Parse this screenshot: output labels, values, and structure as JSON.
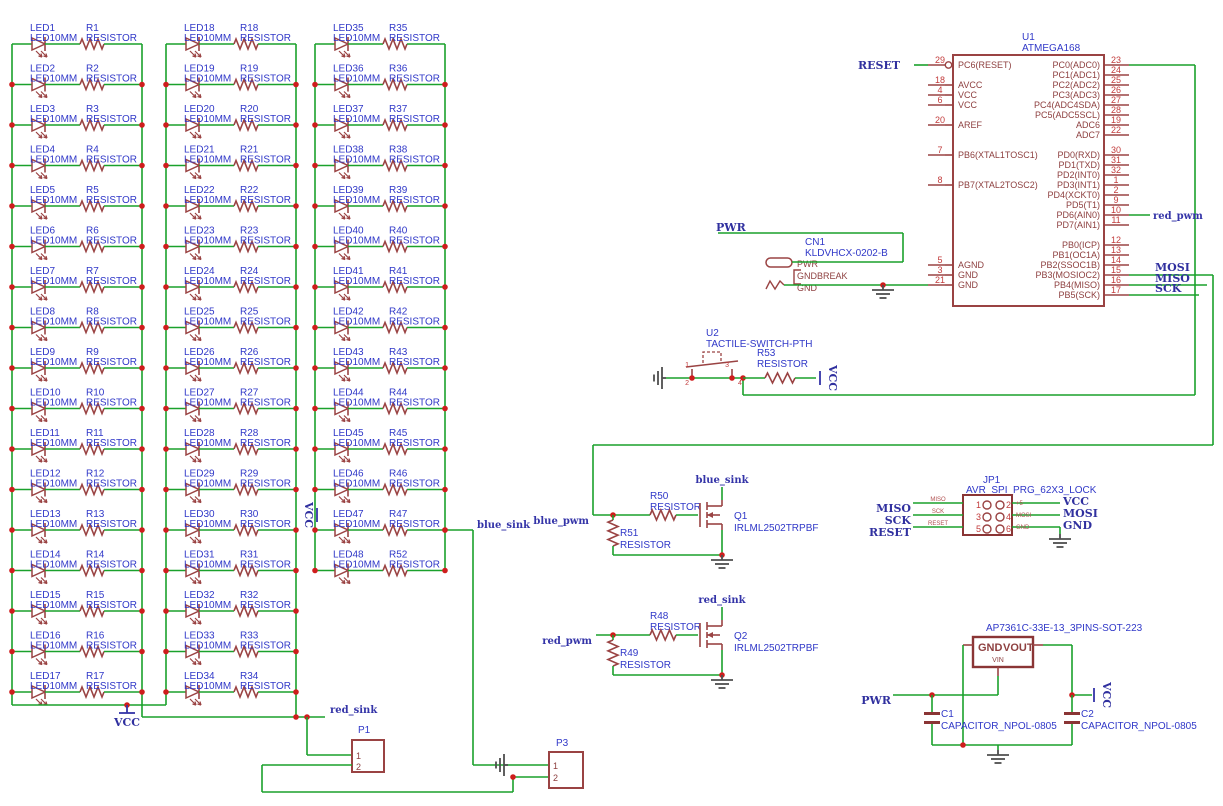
{
  "colors": {
    "wire": "#1aa12c",
    "symbol": "#9a4343",
    "symbol_dark": "#8a3535",
    "label_blue": "#3038c8",
    "pin_name": "#8e4040",
    "pin_number": "#c23c3c",
    "net_label": "#3434a8",
    "junction": "#cf1d1d",
    "ground": "#4f4f4f"
  },
  "led_matrix": {
    "led_value": "LED10MM",
    "resistor_value": "RESISTOR",
    "columns": [
      {
        "leds": [
          "LED1",
          "LED2",
          "LED3",
          "LED4",
          "LED5",
          "LED6",
          "LED7",
          "LED8",
          "LED9",
          "LED10",
          "LED11",
          "LED12",
          "LED13",
          "LED14",
          "LED15",
          "LED16",
          "LED17"
        ],
        "resistors": [
          "R1",
          "R2",
          "R3",
          "R4",
          "R5",
          "R6",
          "R7",
          "R8",
          "R9",
          "R10",
          "R11",
          "R12",
          "R13",
          "R14",
          "R15",
          "R16",
          "R17"
        ]
      },
      {
        "leds": [
          "LED18",
          "LED19",
          "LED20",
          "LED21",
          "LED22",
          "LED23",
          "LED24",
          "LED25",
          "LED26",
          "LED27",
          "LED28",
          "LED29",
          "LED30",
          "LED31",
          "LED32",
          "LED33",
          "LED34"
        ],
        "resistors": [
          "R18",
          "R19",
          "R20",
          "R21",
          "R22",
          "R23",
          "R24",
          "R25",
          "R26",
          "R27",
          "R28",
          "R29",
          "R30",
          "R31",
          "R32",
          "R33",
          "R34"
        ]
      },
      {
        "leds": [
          "LED35",
          "LED36",
          "LED37",
          "LED38",
          "LED39",
          "LED40",
          "LED41",
          "LED42",
          "LED43",
          "LED44",
          "LED45",
          "LED46",
          "LED47",
          "LED48"
        ],
        "resistors": [
          "R35",
          "R36",
          "R37",
          "R38",
          "R39",
          "R40",
          "R41",
          "R42",
          "R43",
          "R44",
          "R45",
          "R46",
          "R47",
          "R52"
        ]
      }
    ]
  },
  "u1": {
    "ref": "U1",
    "value": "ATMEGA168",
    "left_pins": [
      {
        "num": "29",
        "name": "PC6(RESET)"
      },
      {
        "num": "18",
        "name": "AVCC"
      },
      {
        "num": "4",
        "name": "VCC"
      },
      {
        "num": "6",
        "name": "VCC"
      },
      {
        "num": "20",
        "name": "AREF"
      },
      {
        "num": "7",
        "name": "PB6(XTAL1TOSC1)"
      },
      {
        "num": "8",
        "name": "PB7(XTAL2TOSC2)"
      },
      {
        "num": "5",
        "name": "AGND"
      },
      {
        "num": "3",
        "name": "GND"
      },
      {
        "num": "21",
        "name": "GND"
      }
    ],
    "right_pins": [
      {
        "num": "23",
        "name": "PC0(ADC0)"
      },
      {
        "num": "24",
        "name": "PC1(ADC1)"
      },
      {
        "num": "25",
        "name": "PC2(ADC2)"
      },
      {
        "num": "26",
        "name": "PC3(ADC3)"
      },
      {
        "num": "27",
        "name": "PC4(ADC4SDA)"
      },
      {
        "num": "28",
        "name": "PC5(ADC5SCL)"
      },
      {
        "num": "19",
        "name": "ADC6"
      },
      {
        "num": "22",
        "name": "ADC7"
      },
      {
        "num": "30",
        "name": "PD0(RXD)"
      },
      {
        "num": "31",
        "name": "PD1(TXD)"
      },
      {
        "num": "32",
        "name": "PD2(INT0)"
      },
      {
        "num": "1",
        "name": "PD3(INT1)"
      },
      {
        "num": "2",
        "name": "PD4(XCKT0)"
      },
      {
        "num": "9",
        "name": "PD5(T1)"
      },
      {
        "num": "10",
        "name": "PD6(AIN0)"
      },
      {
        "num": "11",
        "name": "PD7(AIN1)"
      },
      {
        "num": "12",
        "name": "PB0(ICP)"
      },
      {
        "num": "13",
        "name": "PB1(OC1A)"
      },
      {
        "num": "14",
        "name": "PB2(SSOC1B)"
      },
      {
        "num": "15",
        "name": "PB3(MOSIOC2)"
      },
      {
        "num": "16",
        "name": "PB4(MISO)"
      },
      {
        "num": "17",
        "name": "PB5(SCK)"
      }
    ]
  },
  "nets": {
    "vcc": "VCC",
    "pwr": "PWR",
    "reset": "RESET",
    "mosi": "MOSI",
    "miso": "MISO",
    "sck": "SCK",
    "red_pwm": "red_pwm",
    "blue_pwm": "blue_pwm",
    "red_sink": "red_sink",
    "blue_sink": "blue_sink"
  },
  "cn1": {
    "ref": "CN1",
    "value": "KLDVHCX-0202-B",
    "pins": [
      "PWR",
      "GNDBREAK",
      "GND"
    ]
  },
  "u2": {
    "ref": "U2",
    "value": "TACTILE-SWITCH-PTH",
    "pins": [
      "1",
      "2",
      "3",
      "4"
    ]
  },
  "r53": {
    "ref": "R53",
    "value": "RESISTOR"
  },
  "r50": {
    "ref": "R50",
    "value": "RESISTOR"
  },
  "r51": {
    "ref": "R51",
    "value": "RESISTOR"
  },
  "r48": {
    "ref": "R48",
    "value": "RESISTOR"
  },
  "r49": {
    "ref": "R49",
    "value": "RESISTOR"
  },
  "q1": {
    "ref": "Q1",
    "value": "IRLML2502TRPBF"
  },
  "q2": {
    "ref": "Q2",
    "value": "IRLML2502TRPBF"
  },
  "jp1": {
    "ref": "JP1",
    "value": "AVR_SPI_PRG_62X3_LOCK",
    "rows": [
      {
        "ln": "1",
        "rn": "2",
        "lt": "MISO",
        "rt": "+5",
        "lbig": "MISO",
        "rbig": "VCC"
      },
      {
        "ln": "3",
        "rn": "4",
        "lt": "SCK",
        "rt": "MOSI",
        "lbig": "SCK",
        "rbig": "MOSI"
      },
      {
        "ln": "5",
        "rn": "6",
        "lt": "RESET",
        "rt": "GND",
        "lbig": "RESET",
        "rbig": "GND"
      }
    ]
  },
  "regulator": {
    "value": "AP7361C-33E-13_3PINS-SOT-223",
    "pin_gnd": "GND",
    "pin_vout": "VOUT",
    "pin_vin": "VIN"
  },
  "c1": {
    "ref": "C1",
    "value": "CAPACITOR_NPOL-0805"
  },
  "c2": {
    "ref": "C2",
    "value": "CAPACITOR_NPOL-0805"
  },
  "p1": {
    "ref": "P1",
    "pins": [
      "1",
      "2"
    ]
  },
  "p3": {
    "ref": "P3",
    "pins": [
      "1",
      "2"
    ]
  }
}
